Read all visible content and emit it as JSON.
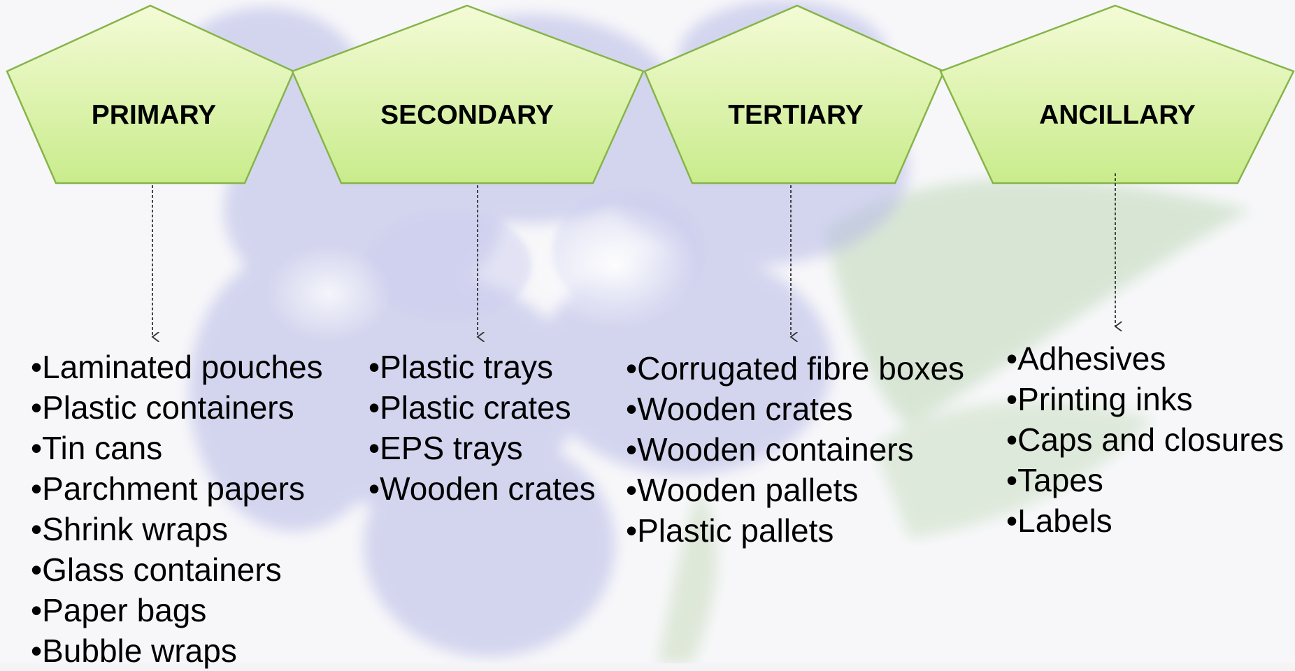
{
  "columns": [
    {
      "title": "PRIMARY",
      "items": [
        "Laminated pouches",
        "Plastic containers",
        "Tin cans",
        "Parchment papers",
        "Shrink wraps",
        "Glass containers",
        "Paper bags",
        "Bubble wraps"
      ]
    },
    {
      "title": "SECONDARY",
      "items": [
        "Plastic trays",
        "Plastic crates",
        "EPS trays",
        "Wooden crates"
      ]
    },
    {
      "title": "TERTIARY",
      "items": [
        "Corrugated fibre boxes",
        "Wooden crates",
        "Wooden containers",
        "Wooden pallets",
        "Plastic pallets"
      ]
    },
    {
      "title": "ANCILLARY",
      "items": [
        "Adhesives",
        "Printing  inks",
        "Caps and closures",
        "Tapes",
        "Labels"
      ]
    }
  ],
  "colors": {
    "pentagon_fill_top": "#f4fbd6",
    "pentagon_fill_bottom": "#c9ec8c",
    "pentagon_stroke": "#86b44a",
    "arrow": "#333333",
    "flower": "#9b9fdc",
    "leaf": "#9fc59a"
  }
}
